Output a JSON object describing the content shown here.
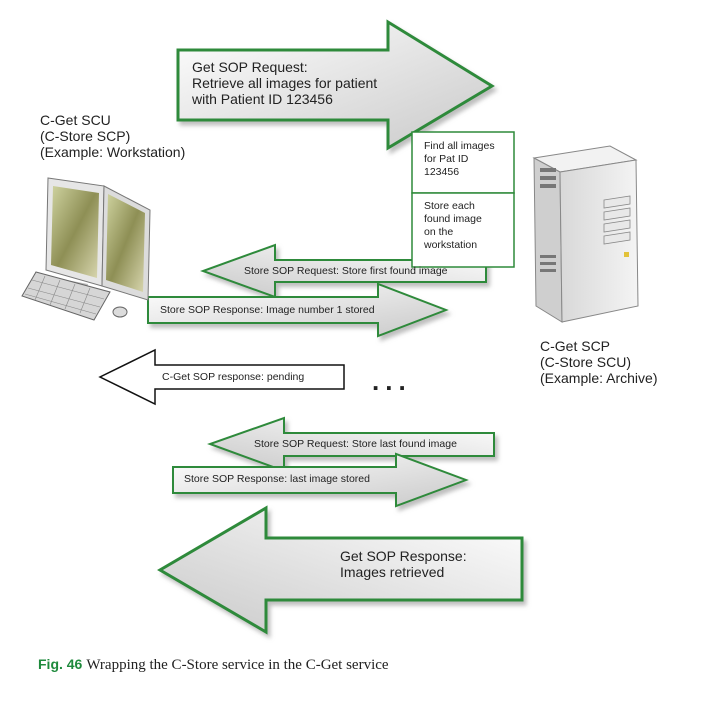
{
  "colors": {
    "arrow_border": "#2e8a3a",
    "arrow_fill_light": "#f4f4f4",
    "arrow_fill_dark": "#cfcfcf",
    "caption_accent": "#1e8a3c"
  },
  "icons": {
    "workstation": "workstation-icon",
    "server": "server-icon"
  },
  "scu": {
    "lines": [
      "C-Get SCU",
      "(C-Store SCP)",
      "(Example: Workstation)"
    ]
  },
  "scp": {
    "lines": [
      "C-Get SCP",
      "(C-Store SCU)",
      "(Example: Archive)"
    ]
  },
  "arrows": {
    "get_request": [
      "Get SOP Request:",
      "Retrieve all images for patient",
      "with Patient ID 123456"
    ],
    "store_request_first": "Store SOP Request: Store first found  image",
    "store_response_first": "Store SOP Response: Image number 1 stored",
    "pending": "C-Get SOP response: pending",
    "store_request_last": "Store SOP Request: Store last found  image",
    "store_response_last": "Store SOP Response: last image stored",
    "get_response": [
      "Get SOP Response:",
      "Images retrieved"
    ]
  },
  "steps": {
    "find": [
      "Find all images",
      "for Pat ID",
      "123456"
    ],
    "store": [
      "Store each",
      "found image",
      "on the",
      "workstation"
    ]
  },
  "ellipsis": "...",
  "caption": {
    "fig": "Fig. 46",
    "text": "Wrapping the C-Store service in the C-Get service"
  }
}
